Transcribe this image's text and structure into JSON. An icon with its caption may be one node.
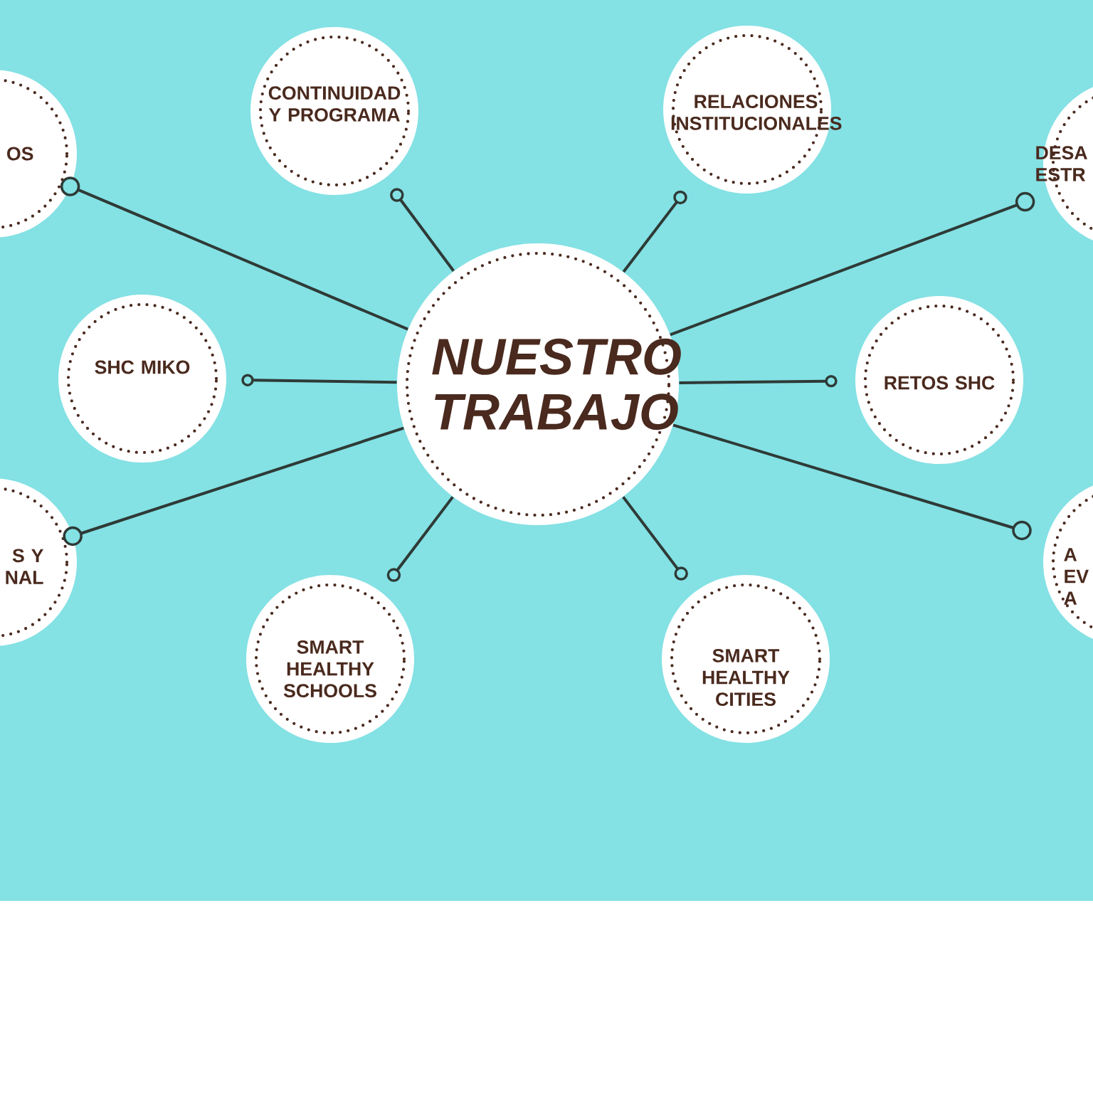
{
  "diagram": {
    "nodes": [
      {
        "text": [
          "NUESTRO TRABAJO"
        ]
      },
      {
        "text": [
          "CONTINUIDAD Y PROGRAMA"
        ]
      },
      {
        "text": [
          "RELACIONES INSTITUCIONALES"
        ]
      },
      {
        "text": [
          "OS"
        ]
      },
      {
        "text": [
          "DESA ESTR"
        ]
      },
      {
        "text": [
          "SHC MIKO"
        ]
      },
      {
        "text": [
          "RETOS SHC"
        ]
      },
      {
        "text": [
          "S Y NAL"
        ]
      },
      {
        "text": [
          "A EV A"
        ]
      },
      {
        "text": [
          "SMART HEALTHY SCHOOLS"
        ]
      },
      {
        "text": [
          "SMART HEALTHY CITIES"
        ]
      }
    ],
    "edges": [
      {
        "from": 0,
        "to": 1,
        "arrow": "other"
      },
      {
        "from": 0,
        "to": 2,
        "arrow": "other"
      },
      {
        "from": 0,
        "to": 3,
        "arrow": "other"
      },
      {
        "from": 0,
        "to": 4,
        "arrow": "other"
      },
      {
        "from": 0,
        "to": 5,
        "arrow": "other"
      },
      {
        "from": 0,
        "to": 6,
        "arrow": "other"
      },
      {
        "from": 0,
        "to": 7,
        "arrow": "other"
      },
      {
        "from": 0,
        "to": 8,
        "arrow": "other"
      },
      {
        "from": 0,
        "to": 9,
        "arrow": "other"
      },
      {
        "from": 0,
        "to": 10,
        "arrow": "other"
      }
    ]
  }
}
